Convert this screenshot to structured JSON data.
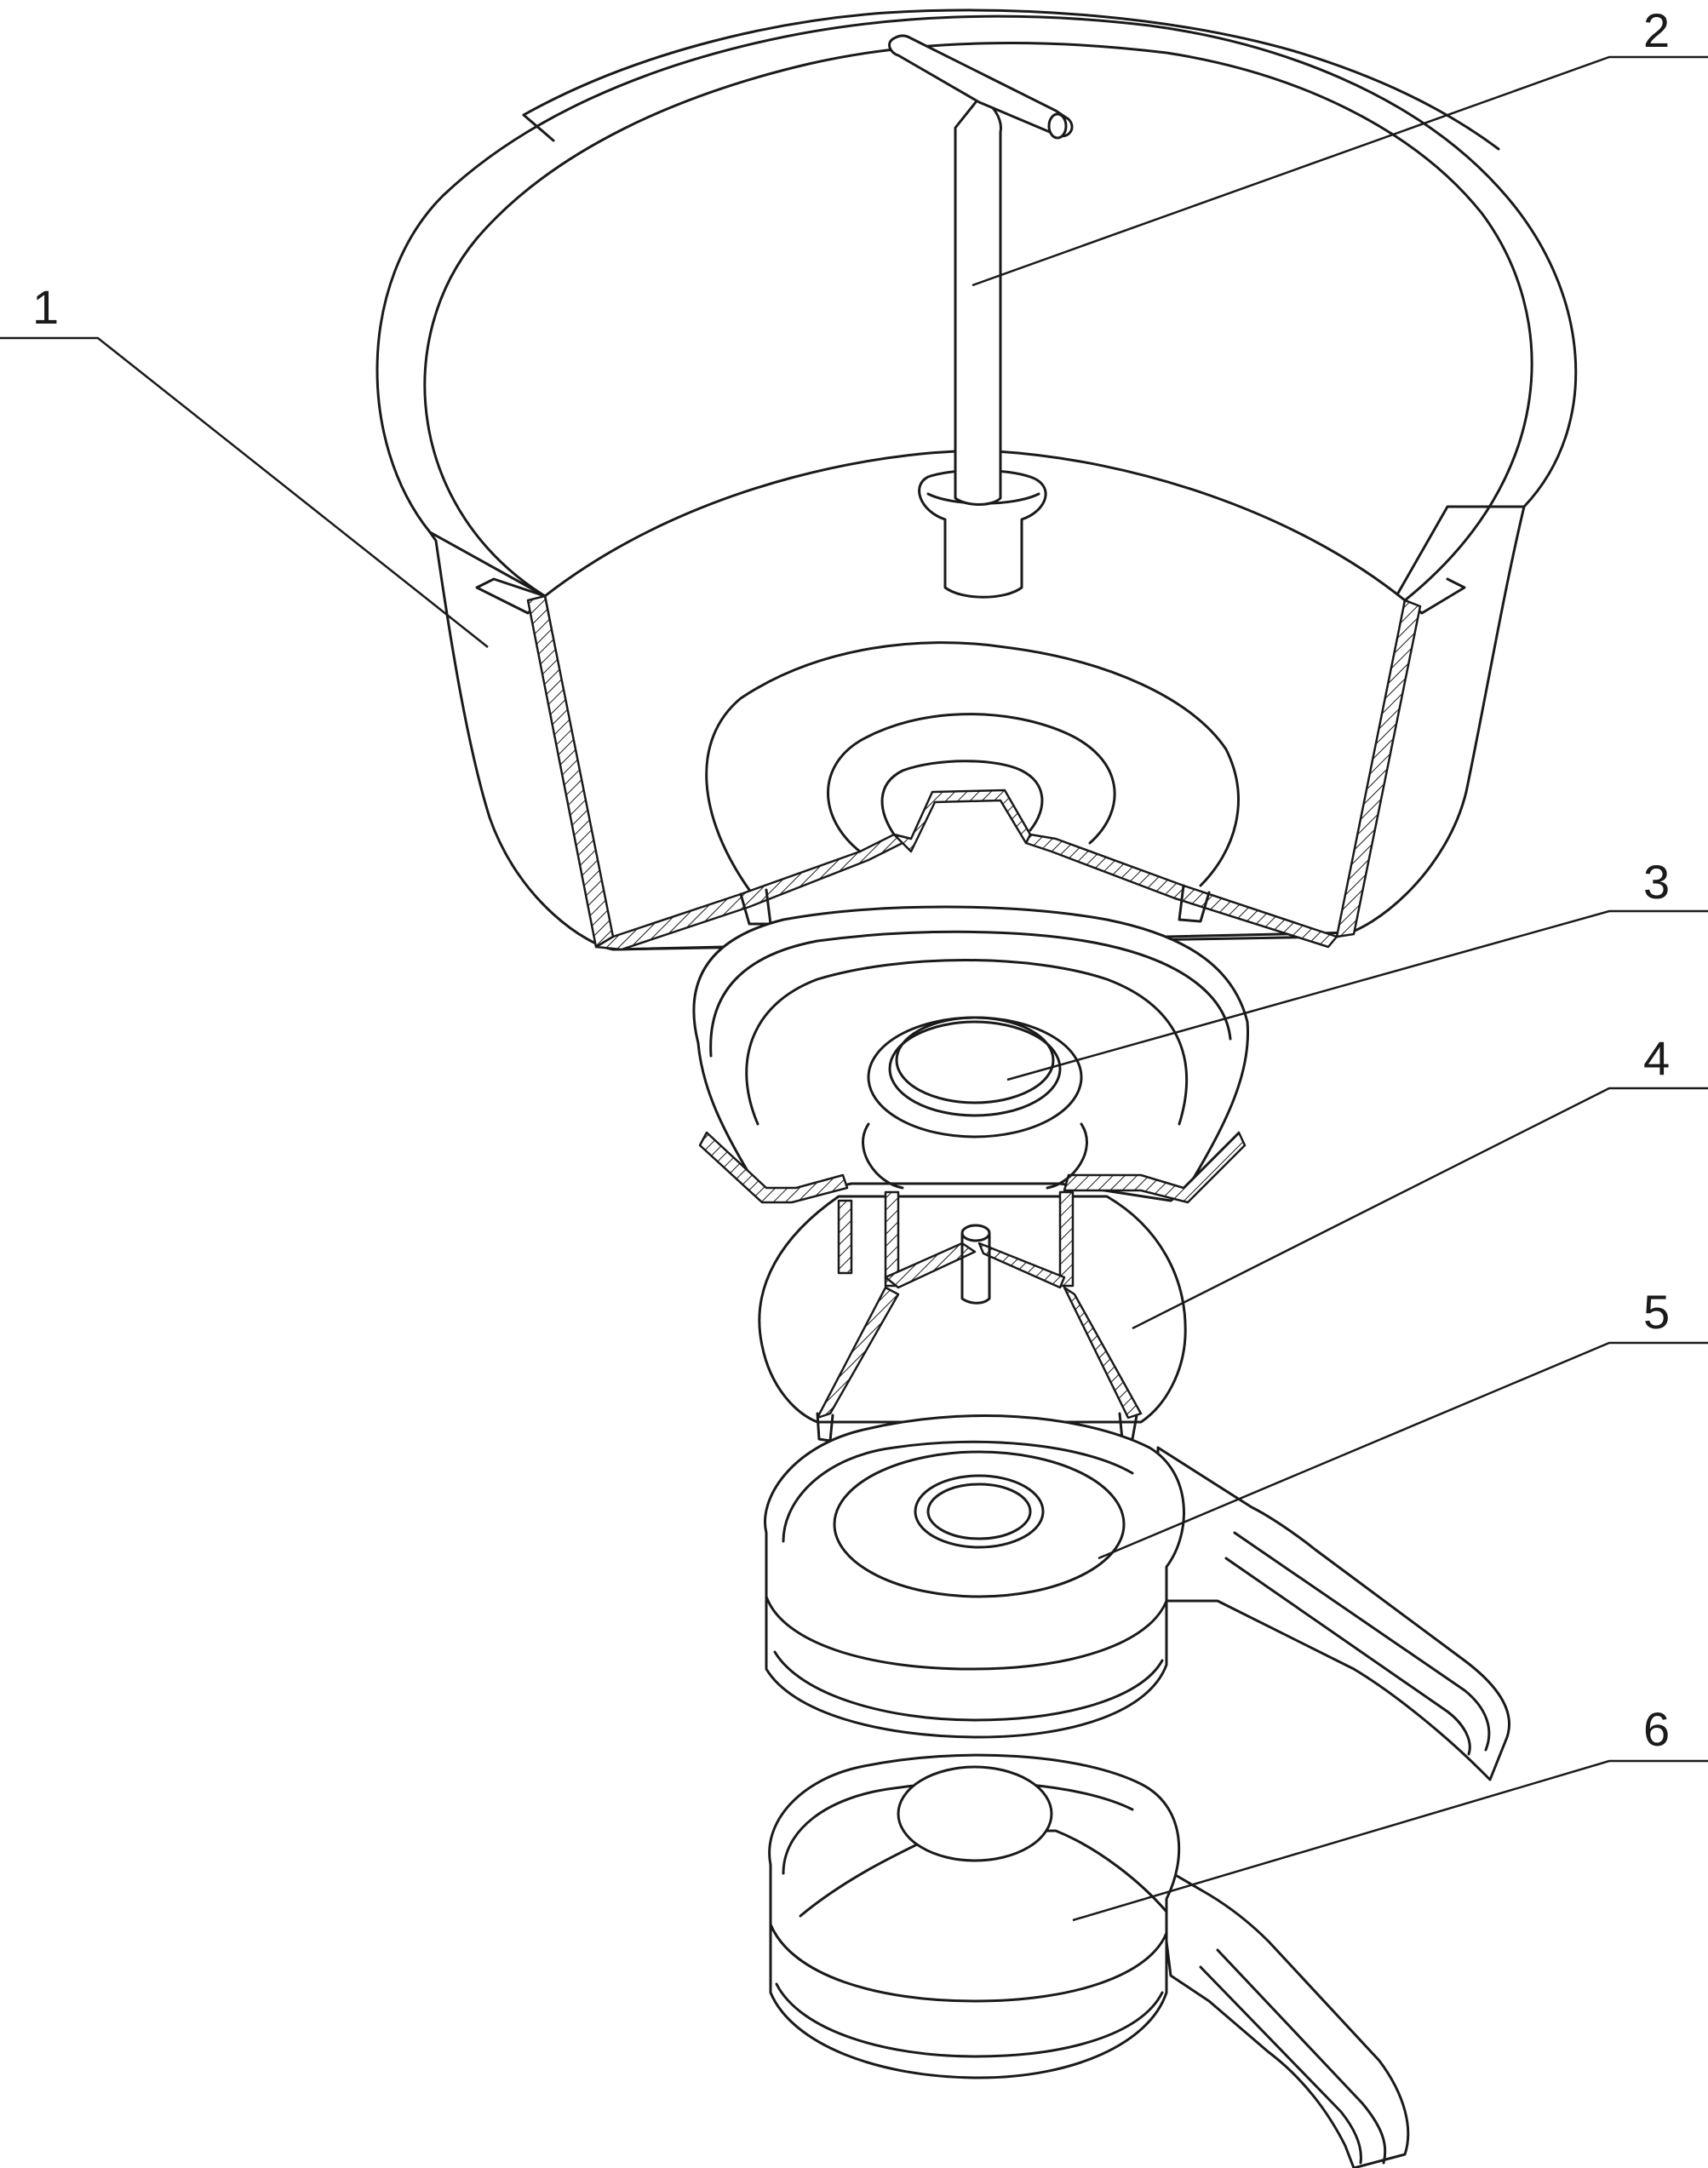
{
  "labels": [
    {
      "id": "part-1",
      "text": "1"
    },
    {
      "id": "part-2",
      "text": "2"
    },
    {
      "id": "part-3",
      "text": "3"
    },
    {
      "id": "part-4",
      "text": "4"
    },
    {
      "id": "part-5",
      "text": "5"
    },
    {
      "id": "part-6",
      "text": "6"
    }
  ],
  "colors": {
    "line": "#1a1a1a",
    "background": "#ffffff"
  }
}
